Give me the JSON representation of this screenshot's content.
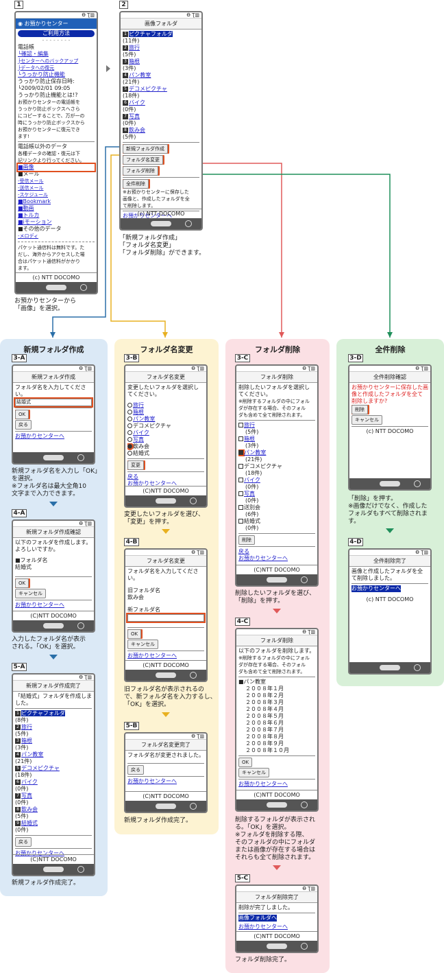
{
  "s1": {
    "num": "1",
    "status": "Ӫ Ʈ▥",
    "title": "お預かりセンター",
    "banner": "ご利用方法",
    "dots": "- - - - - - - -",
    "lines": [
      "電話帳",
      "└確認・編集",
      "├センターへのバックアップ",
      "├データへの復元",
      "└うっかり防止機能",
      "うっかり防止保存日時:",
      "└2009/02/01 09:05",
      "うっかり防止機能とは!?",
      "お預かりセンターの電話帳を",
      "うっかり防止ボックスへさら",
      "にコピーすることで、万が一の",
      "時にうっかり防止ボックスから",
      "お預かりセンターに復元でき",
      "ます!"
    ],
    "lines2": [
      "電話帳以外のデータ",
      "各種データの確認・復元は下",
      "記リンクより行ってください。"
    ],
    "image": "■画像",
    "mail": "■メール",
    "sub": [
      "-受信メール",
      "-送信メール",
      "-スケジュール"
    ],
    "more": [
      "■Bookmark",
      "■動画",
      "■トルカ",
      "■iモーション",
      "■その他のデータ",
      "-メロディ"
    ],
    "foot": [
      "パケット通信料は無料です。た",
      "だし、海外からアクセスした場",
      "合はパケット通信料がかかり",
      "ます。"
    ],
    "copy": "(c) NTT DOCOMO",
    "caption": [
      "お預かりセンターから",
      "「画像」を選択。"
    ]
  },
  "s2": {
    "num": "2",
    "status": "Ӫ Ʈ▥",
    "title": "画像フォルダ",
    "items": [
      {
        "i": "1",
        "n": "ピクチャフォルダ",
        "c": "(11件)"
      },
      {
        "i": "2",
        "n": "旅行",
        "c": "(5件)"
      },
      {
        "i": "3",
        "n": "箱根",
        "c": "(3件)"
      },
      {
        "i": "4",
        "n": "パン教室",
        "c": "(21件)"
      },
      {
        "i": "5",
        "n": "デコメピクチャ",
        "c": "(18件)"
      },
      {
        "i": "6",
        "n": "バイク",
        "c": "(0件)"
      },
      {
        "i": "7",
        "n": "写真",
        "c": "(0件)"
      },
      {
        "i": "8",
        "n": "飲み会",
        "c": "(5件)"
      }
    ],
    "btn_new": "新規フォルダ作成",
    "btn_rename": "フォルダ名変更",
    "btn_delete": "フォルダ削除",
    "btn_all": "全件削除",
    "note": [
      "※お預かりセンターに保存した",
      "画像と、作成したフォルダを全",
      "て削除します。"
    ],
    "link": "お預かりセンターへ",
    "copy": "(c) NTT DOCOMO",
    "caption": [
      "「新規フォルダ作成」",
      "「フォルダ名変更」",
      "「フォルダ削除」ができます。"
    ]
  },
  "panels": {
    "blue": "新規フォルダ作成",
    "yellow": "フォルダ名変更",
    "pink": "フォルダ削除",
    "green": "全件削除"
  },
  "a3": {
    "num": "3-A",
    "title": "新規フォルダ作成",
    "text": "フォルダ名を入力してくださ",
    "text2": "い。",
    "value": "結婚式",
    "ok": "OK",
    "back": "戻る",
    "link": "お預かりセンターへ",
    "caption": [
      "新規フォルダ名を入力し「OK」",
      "を選択。",
      "※フォルダ名は最大全角10",
      "文字まで入力できます。"
    ]
  },
  "a4": {
    "num": "4-A",
    "title": "新規フォルダ作成確認",
    "text": [
      "以下のフォルダを作成します。",
      "よろしいですか。"
    ],
    "label": "■フォルダ名",
    "value": "結婚式",
    "ok": "OK",
    "cancel": "キャンセル",
    "link": "お預かりセンターへ",
    "copy": "(C)NTT DOCOMO",
    "caption": [
      "入力したフォルダ名が表示",
      "される。「OK」を選択。"
    ]
  },
  "a5": {
    "num": "5-A",
    "title": "新規フォルダ作成完了",
    "text": [
      "「結婚式」フォルダを作成しま",
      "した。"
    ],
    "items": [
      {
        "i": "1",
        "n": "ピクチャフォルダ",
        "c": "(8件)"
      },
      {
        "i": "2",
        "n": "旅行",
        "c": "(5件)"
      },
      {
        "i": "3",
        "n": "箱根",
        "c": "(3件)"
      },
      {
        "i": "4",
        "n": "パン教室",
        "c": "(21件)"
      },
      {
        "i": "5",
        "n": "デコメピクチャ",
        "c": "(18件)"
      },
      {
        "i": "6",
        "n": "バイク",
        "c": "(0件)"
      },
      {
        "i": "7",
        "n": "写真",
        "c": "(0件)"
      },
      {
        "i": "8",
        "n": "飲み会",
        "c": "(5件)"
      },
      {
        "i": "9",
        "n": "結婚式",
        "c": "(0件)"
      }
    ],
    "back": "戻る",
    "link": "お預かりセンターへ",
    "copy": "(C)NTT DOCOMO",
    "caption": [
      "新規フォルダ作成完了。"
    ]
  },
  "b3": {
    "num": "3-B",
    "title": "フォルダ名変更",
    "text": [
      "変更したいフォルダを選択し",
      "てください。"
    ],
    "items": [
      "旅行",
      "箱根",
      "パン教室",
      "デコメピクチャ",
      "バイク",
      "写真",
      "飲み会",
      "結婚式"
    ],
    "btn": "変更",
    "back": "戻る",
    "link": "お預かりセンターへ",
    "copy": "(C)NTT DOCOMO",
    "caption": [
      "変更したいフォルダを選び、",
      "「変更」を押す。"
    ]
  },
  "b4": {
    "num": "4-B",
    "title": "フォルダ名変更",
    "text": [
      "フォルダ名を入力してくださ",
      "い。"
    ],
    "old_label": "旧フォルダ名",
    "old": "飲み会",
    "new_label": "新フォルダ名",
    "ok": "OK",
    "cancel": "キャンセル",
    "link": "お預かりセンターへ",
    "copy": "(C)NTT DOCOMO",
    "caption": [
      "旧フォルダ名が表示されるの",
      "で、新フォルダ名を入力するし、",
      "「OK」を選択。"
    ]
  },
  "b5": {
    "num": "5-B",
    "title": "フォルダ名変更完了",
    "text": "フォルダ名が変更されました。",
    "back": "戻る",
    "link": "お預かりセンターへ",
    "copy": "(C)NTT DOCOMO",
    "caption": [
      "新規フォルダ作成完了。"
    ]
  },
  "c3": {
    "num": "3-C",
    "title": "フォルダ削除",
    "text": [
      "削除したいフォルダを選択し",
      "てください。",
      "※削除するフォルダの中にフォル",
      "ダが存在する場合、そのフォル",
      "ダも含めて全て削除されます。"
    ],
    "items": [
      {
        "n": "旅行",
        "c": "(5件)"
      },
      {
        "n": "箱根",
        "c": "(3件)"
      },
      {
        "n": "パン教室",
        "c": "(21件)"
      },
      {
        "n": "デコメピクチャ",
        "c": "(18件)"
      },
      {
        "n": "バイク",
        "c": "(0件)"
      },
      {
        "n": "写真",
        "c": "(0件)"
      },
      {
        "n": "送別会",
        "c": "(6件)"
      },
      {
        "n": "結婚式",
        "c": "(0件)"
      }
    ],
    "btn": "削除",
    "link_back": "戻る",
    "link": "お預かりセンターへ",
    "copy": "(C)NTT DOCOMO",
    "caption": [
      "削除したいフォルダを選び、",
      "「削除」を押す。"
    ]
  },
  "c4": {
    "num": "4-C",
    "title": "フォルダ削除",
    "text": [
      "以下のフォルダを削除します。",
      "※削除するフォルダの中にフォル",
      "ダが存在する場合、そのフォル",
      "ダも含めて全て削除されます。"
    ],
    "folder": "■パン教室",
    "months": [
      "２００８年１月",
      "２００８年２月",
      "２００８年３月",
      "２００８年４月",
      "２００８年５月",
      "２００８年６月",
      "２００８年７月",
      "２００８年８月",
      "２００８年９月",
      "２００８年１０月"
    ],
    "ok": "OK",
    "cancel": "キャンセル",
    "link": "お預かりセンターへ",
    "copy": "(C)NTT DOCOMO",
    "caption": [
      "削除するフォルダが表示され",
      "る。「OK」を選択。",
      "※フォルダを削除する際、",
      "そのフォルダの中にフォルダ",
      "または画像が存在する場合は",
      "それらも全て削除されます。"
    ]
  },
  "c5": {
    "num": "5-C",
    "title": "フォルダ削除完了",
    "text": "削除が完了しました。",
    "link1": "画像フォルダへ",
    "link": "お預かりセンターへ",
    "copy": "(C)NTT DOCOMO",
    "caption": [
      "フォルダ削除完了。"
    ]
  },
  "d3": {
    "num": "3-D",
    "title": "全件削除確認",
    "text": [
      "お預かりセンターに保存した画",
      "像と作成したフォルダを全て",
      "削除しますか?"
    ],
    "btn": "削除",
    "cancel": "キャンセル",
    "copy": "(c) NTT DOCOMO",
    "caption": [
      "「削除」を押す。",
      "※画像だけでなく、作成した",
      "フォルダもすべて削除されま",
      "す。"
    ]
  },
  "d4": {
    "num": "4-D",
    "title": "全件削除完了",
    "text": [
      "画像と作成したフォルダを全",
      "て削除しました。"
    ],
    "link": "お預かりセンターへ",
    "copy": "(c) NTT DOCOMO"
  },
  "colors": {
    "blue": "#dbe9f6",
    "yellow": "#fdf3d2",
    "pink": "#fbe0e4",
    "green": "#d8f0d8",
    "arrow_blue": "#2a6fa8",
    "arrow_yellow": "#e8b020",
    "arrow_red": "#e05a5a",
    "arrow_green": "#1f8f5a",
    "highlight": "#e05020"
  }
}
